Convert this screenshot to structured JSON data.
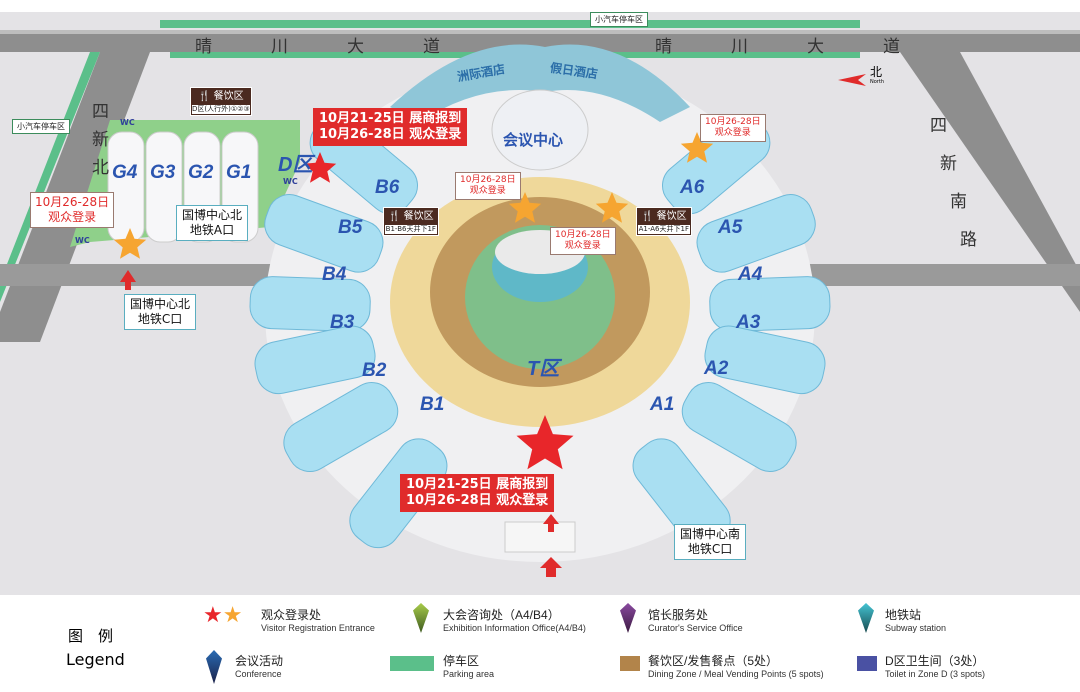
{
  "roads": {
    "north_road": [
      "晴",
      "川",
      "大",
      "道"
    ],
    "west_road": [
      "四",
      "新",
      "北"
    ],
    "east_road": [
      "四",
      "新",
      "南",
      "路"
    ]
  },
  "compass": {
    "label": "北",
    "sub": "North"
  },
  "buildings": {
    "conference_center": "会议中心",
    "hotel_left": "洲际酒店",
    "hotel_right": "假日酒店",
    "zone_d": "D区",
    "zone_t": "T区",
    "halls_b": [
      "B6",
      "B5",
      "B4",
      "B3",
      "B2",
      "B1"
    ],
    "halls_a": [
      "A6",
      "A5",
      "A4",
      "A3",
      "A2",
      "A1"
    ],
    "halls_g": [
      "G4",
      "G3",
      "G2",
      "G1"
    ]
  },
  "callouts": {
    "parking_top": "小汽车停车区",
    "parking_left": "小汽车停车区",
    "reg_d_line1": "10月21-25日 展商报到",
    "reg_d_line2": "10月26-28日 观众登录",
    "reg_south_line1": "10月21-25日 展商报到",
    "reg_south_line2": "10月26-28日 观众登录",
    "reg_g_line1": "10月26-28日",
    "reg_g_line2": "观众登录",
    "reg_a6_line1": "10月26-28日",
    "reg_a6_line2": "观众登录",
    "reg_cl_line1": "10月26-28日",
    "reg_cl_line2": "观众登录",
    "reg_cr_line1": "10月26-28日",
    "reg_cr_line2": "观众登录"
  },
  "dining": {
    "title": "餐饮区",
    "g_sub": "D区(人行外)①②③",
    "b_sub": "B1-B6天井下1F",
    "a_sub": "A1-A6天井下1F"
  },
  "wc_label": "WC",
  "subway": {
    "north_a_1": "国博中心北",
    "north_a_2": "地铁A口",
    "north_c_1": "国博中心北",
    "north_c_2": "地铁C口",
    "south_1": "国博中心南",
    "south_2": "地铁C口"
  },
  "legend": {
    "title_cn": "图　例",
    "title_en": "Legend",
    "items": [
      {
        "cn": "观众登录处",
        "en": "Visitor Registration Entrance"
      },
      {
        "cn": "大会咨询处（A4/B4）",
        "en": "Exhibition Information Office(A4/B4)"
      },
      {
        "cn": "馆长服务处",
        "en": "Curator's Service Office"
      },
      {
        "cn": "地铁站",
        "en": "Subway station"
      },
      {
        "cn": "会议活动",
        "en": "Conference"
      },
      {
        "cn": "停车区",
        "en": "Parking area"
      },
      {
        "cn": "餐饮区/发售餐点（5处）",
        "en": "Dining Zone / Meal Vending Points (5 spots)"
      },
      {
        "cn": "D区卫生间（3处）",
        "en": "Toilet in Zone D (3 spots)"
      }
    ]
  },
  "colors": {
    "red_star": "#e8262a",
    "orange_star": "#f6a531",
    "parking": "#5bbf8a",
    "dining": "#b2844a",
    "toilet": "#4a51a3",
    "hall": "#a9dff2"
  }
}
